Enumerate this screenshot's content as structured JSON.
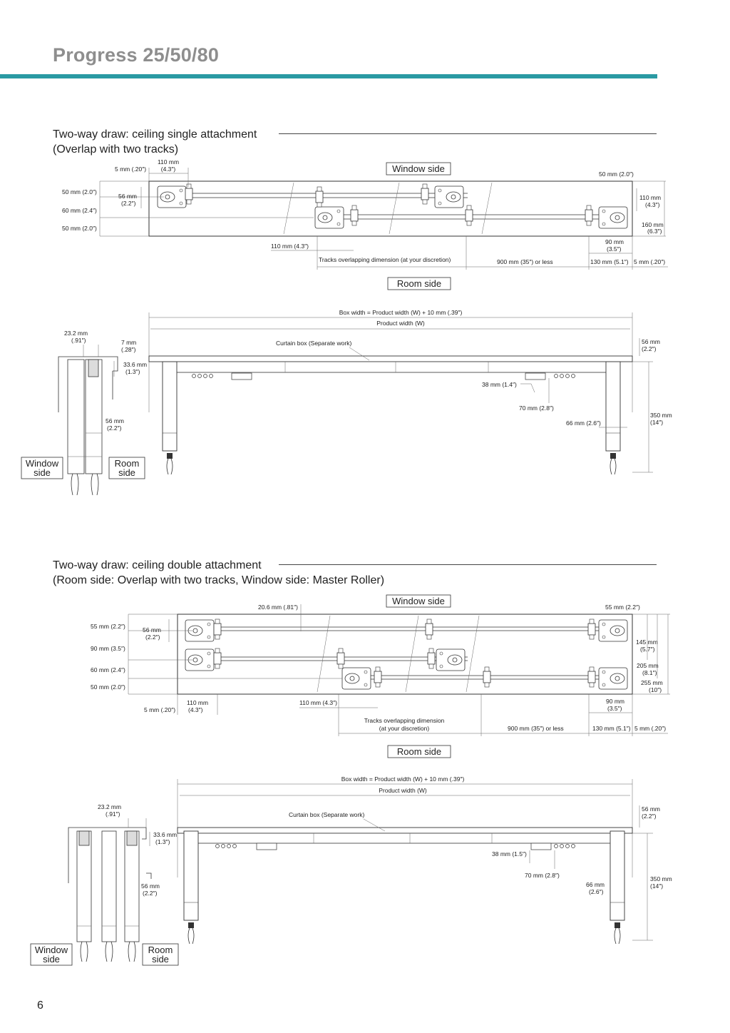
{
  "header": {
    "title": "Progress 25/50/80"
  },
  "page_number": "6",
  "sections": [
    {
      "title_line1": "Two-way draw: ceiling single attachment",
      "title_line2": "(Overlap with two tracks)",
      "top_view": {
        "window_side": "Window side",
        "room_side": "Room side",
        "dims": {
          "d5mm": "5 mm (.20″)",
          "d110a": "110 mm",
          "d110b": "(4.3″)",
          "d50r": "50 mm (2.0″)",
          "l50a": "50 mm (2.0″)",
          "l60": "60 mm (2.4″)",
          "l50b": "50 mm (2.0″)",
          "l56a": "56 mm",
          "l56b": "(2.2″)",
          "r110a": "110 mm",
          "r110b": "(4.3″)",
          "r160a": "160 mm",
          "r160b": "(6.3″)",
          "b110": "110 mm (4.3″)",
          "b90a": "90 mm",
          "b90b": "(3.5″)",
          "overlap": "Tracks overlapping dimension (at your discretion)",
          "d900": "900 mm (35″) or less",
          "d130": "130 mm (5.1″)",
          "d5r": "5 mm (.20″)"
        }
      },
      "front_view": {
        "box_width": "Box width = Product width (W) + 10 mm (.39″)",
        "product_width": "Product width (W)",
        "curtain_box": "Curtain box (Separate work)",
        "d232a": "23.2 mm",
        "d232b": "(.91″)",
        "d7a": "7 mm",
        "d7b": "(.28″)",
        "d336a": "33.6 mm",
        "d336b": "(1.3″)",
        "d56sa": "56 mm",
        "d56sb": "(2.2″)",
        "d56ra": "56 mm",
        "d56rb": "(2.2″)",
        "d38": "38 mm (1.4″)",
        "d70": "70 mm (2.8″)",
        "d66": "66 mm (2.6″)",
        "d350a": "350 mm",
        "d350b": "(14″)",
        "window_side_l1": "Window",
        "window_side_l2": "side",
        "room_side_l1": "Room",
        "room_side_l2": "side"
      }
    },
    {
      "title_line1": "Two-way draw: ceiling double attachment",
      "title_line2": "(Room  side: Overlap with two tracks, Window side: Master Roller)",
      "top_view": {
        "window_side": "Window side",
        "room_side": "Room side",
        "dims": {
          "d206": "20.6 mm (.81″)",
          "d55r": "55 mm (2.2″)",
          "l55": "55 mm (2.2″)",
          "l56a": "56 mm",
          "l56b": "(2.2″)",
          "l90": "90 mm (3.5″)",
          "l60": "60 mm (2.4″)",
          "l50": "50 mm (2.0″)",
          "r145a": "145 mm",
          "r145b": "(5.7″)",
          "r205a": "205 mm",
          "r205b": "(8.1″)",
          "r255a": "255 mm",
          "r255b": "(10″)",
          "d5mm": "5 mm (.20″)",
          "d110a": "110 mm",
          "d110b": "(4.3″)",
          "b110": "110 mm (4.3″)",
          "b90a": "90 mm",
          "b90b": "(3.5″)",
          "overlap_l1": "Tracks overlapping dimension",
          "overlap_l2": "(at your discretion)",
          "d900": "900 mm (35″) or less",
          "d130": "130 mm (5.1″)",
          "d5r": "5 mm (.20″)"
        }
      },
      "front_view": {
        "box_width": "Box width = Product width (W) + 10 mm (.39″)",
        "product_width": "Product width (W)",
        "curtain_box": "Curtain box (Separate work)",
        "d232a": "23.2 mm",
        "d232b": "(.91″)",
        "d336a": "33.6 mm",
        "d336b": "(1.3″)",
        "d56sa": "56 mm",
        "d56sb": "(2.2″)",
        "d56ra": "56 mm",
        "d56rb": "(2.2″)",
        "d38": "38 mm (1.5″)",
        "d70": "70 mm (2.8″)",
        "d66a": "66 mm",
        "d66b": "(2.6″)",
        "d350a": "350 mm",
        "d350b": "(14″)",
        "window_side_l1": "Window",
        "window_side_l2": "side",
        "room_side_l1": "Room",
        "room_side_l2": "side"
      }
    }
  ]
}
